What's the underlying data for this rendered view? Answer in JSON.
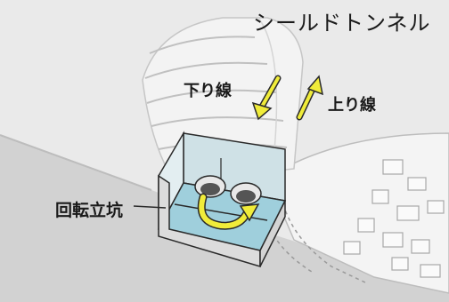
{
  "diagram": {
    "title": "シールドトンネル",
    "labels": {
      "down_line": "下り線",
      "up_line": "上り線",
      "rotating_shaft": "回転立坑"
    },
    "colors": {
      "background": "#e9e9e9",
      "ground": "#d3d3d3",
      "tunnel": "#f2f2f2",
      "shaft_water": "#9fcfdc",
      "arrow": "#f0ec3a",
      "outline": "#2a2a2a"
    }
  }
}
